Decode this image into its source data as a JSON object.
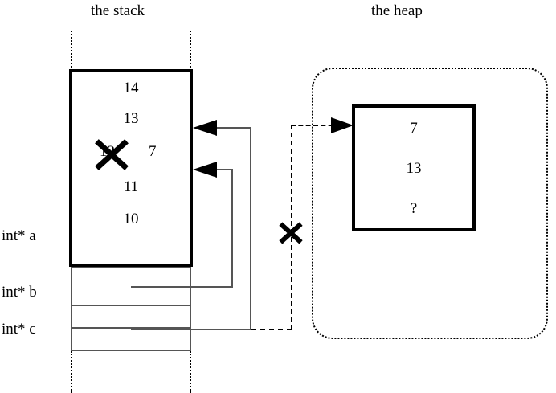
{
  "titles": {
    "stack": "the stack",
    "heap": "the heap"
  },
  "stack": {
    "array_cells": [
      {
        "value": "14",
        "struck": false
      },
      {
        "value": "13",
        "struck": false
      },
      {
        "value": "12",
        "struck": true,
        "new_value": "7"
      },
      {
        "value": "11",
        "struck": false
      },
      {
        "value": "10",
        "struck": false
      }
    ],
    "variables": [
      {
        "label": "int* a"
      },
      {
        "label": "int* b"
      },
      {
        "label": "int* c"
      }
    ]
  },
  "heap": {
    "block_cells": [
      {
        "value": "7"
      },
      {
        "value": "13"
      },
      {
        "value": "?"
      }
    ]
  },
  "annotations": {
    "struck_value_mark": "x-cross-strikethrough",
    "broken_pointer_mark": "x-cross-broken-link"
  },
  "colors": {
    "ink": "#000000",
    "background": "#ffffff",
    "thin_rule": "#555555"
  }
}
